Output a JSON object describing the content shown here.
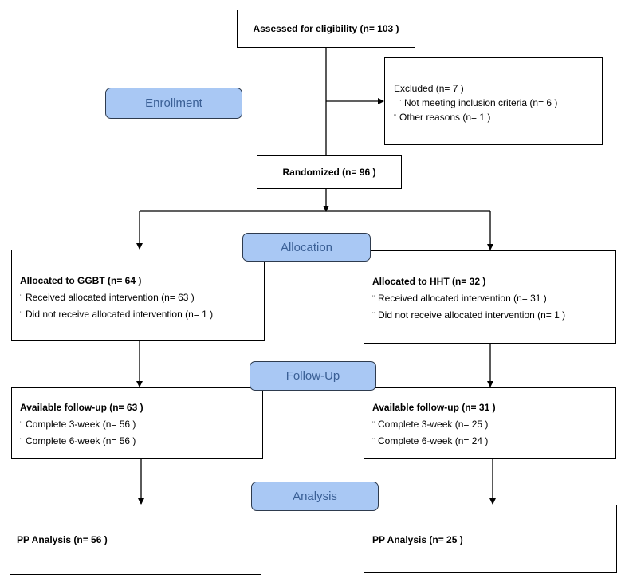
{
  "assessed": "Assessed for eligibility (n= 103 )",
  "excluded": {
    "title": "Excluded  (n= 7 )",
    "items": [
      "Not meeting inclusion criteria (n= 6 )",
      "Other reasons (n= 1 )"
    ]
  },
  "randomized": "Randomized (n= 96 )",
  "stages": {
    "enrollment": "Enrollment",
    "allocation": "Allocation",
    "followup": "Follow-Up",
    "analysis": "Analysis"
  },
  "bullet": "¨",
  "left": {
    "allocated": {
      "title": "Allocated to GGBT (n= 64 )",
      "items": [
        "Received allocated intervention (n= 63 )",
        "Did not receive allocated intervention (n= 1 )"
      ]
    },
    "followup": {
      "title": "Available follow-up (n= 63 )",
      "items": [
        "Complete 3-week (n= 56 )",
        "Complete 6-week (n= 56 )"
      ]
    },
    "analysis": "PP Analysis  (n= 56 )"
  },
  "right": {
    "allocated": {
      "title": "Allocated to HHT (n= 32 )",
      "items": [
        "Received allocated intervention (n= 31 )",
        "Did not receive allocated intervention (n= 1 )"
      ]
    },
    "followup": {
      "title": "Available follow-up (n= 31 )",
      "items": [
        "Complete 3-week (n= 25 )",
        "Complete 6-week (n= 24 )"
      ]
    },
    "analysis": "PP Analysis  (n= 25 )"
  }
}
